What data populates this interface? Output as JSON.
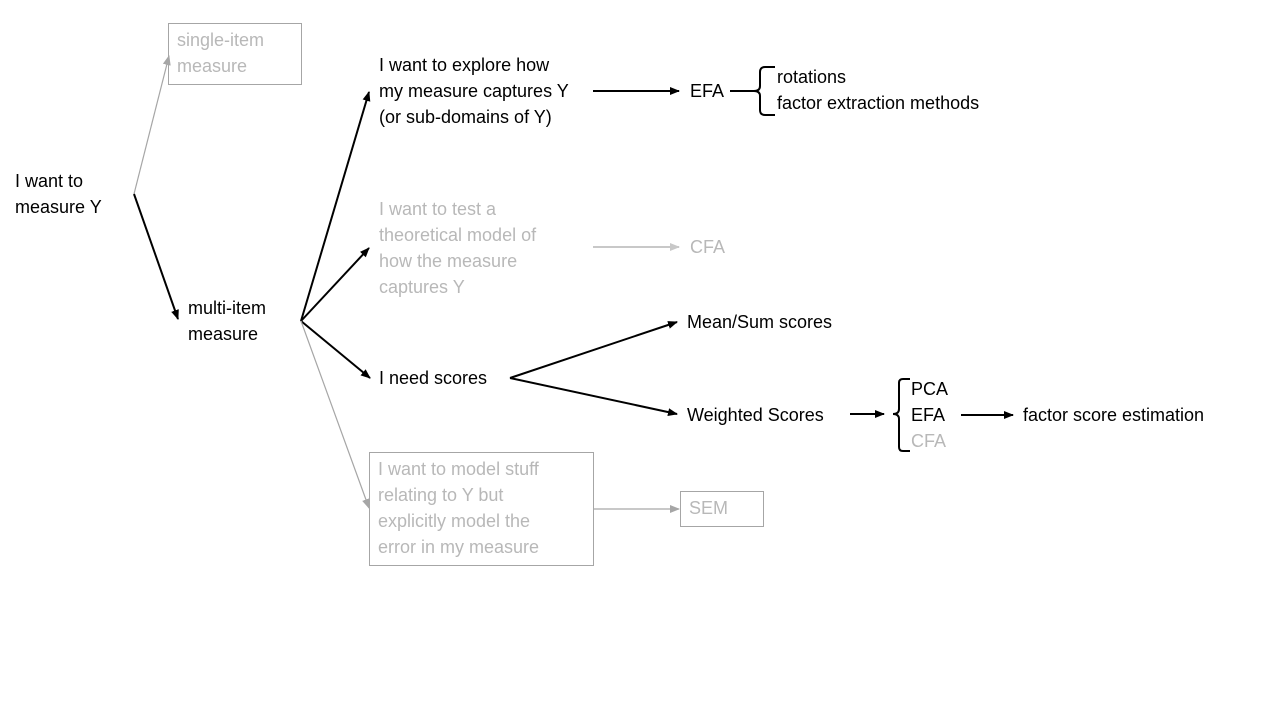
{
  "colors": {
    "active": "#000000",
    "inactive_text": "#b8b8b8",
    "inactive_line": "#a6a6a6",
    "background": "#ffffff"
  },
  "nodes": {
    "root": [
      "I want to",
      "measure Y"
    ],
    "single_item": [
      "single-item",
      "measure"
    ],
    "multi_item": [
      "multi-item",
      "measure"
    ],
    "explore": [
      "I want to explore how",
      "my measure captures Y",
      "(or sub-domains of Y)"
    ],
    "test_model": [
      "I want to test a",
      "theoretical model of",
      "how the measure",
      "captures Y"
    ],
    "need_scores": [
      "I need scores"
    ],
    "model_error": [
      "I want to model stuff",
      "relating to Y but",
      "explicitly model the",
      "error in my measure"
    ],
    "efa": "EFA",
    "efa_options": [
      "rotations",
      "factor extraction methods"
    ],
    "cfa": "CFA",
    "sem": "SEM",
    "mean_sum": "Mean/Sum scores",
    "weighted": "Weighted Scores",
    "weighted_methods": [
      {
        "label": "PCA",
        "active": true
      },
      {
        "label": "EFA",
        "active": true
      },
      {
        "label": "CFA",
        "active": false
      }
    ],
    "factor_score": "factor score estimation"
  },
  "edges": [
    {
      "from": "root",
      "to": "single_item",
      "active": false
    },
    {
      "from": "root",
      "to": "multi_item",
      "active": true
    },
    {
      "from": "multi_item",
      "to": "explore",
      "active": true
    },
    {
      "from": "multi_item",
      "to": "test_model",
      "active": true
    },
    {
      "from": "multi_item",
      "to": "need_scores",
      "active": true
    },
    {
      "from": "multi_item",
      "to": "model_error",
      "active": false
    },
    {
      "from": "explore",
      "to": "efa",
      "active": true
    },
    {
      "from": "test_model",
      "to": "cfa",
      "active": false
    },
    {
      "from": "need_scores",
      "to": "mean_sum",
      "active": true
    },
    {
      "from": "need_scores",
      "to": "weighted",
      "active": true
    },
    {
      "from": "weighted",
      "to": "weighted_methods",
      "active": true
    },
    {
      "from": "weighted_methods",
      "to": "factor_score",
      "active": true
    },
    {
      "from": "model_error",
      "to": "sem",
      "active": false
    }
  ]
}
